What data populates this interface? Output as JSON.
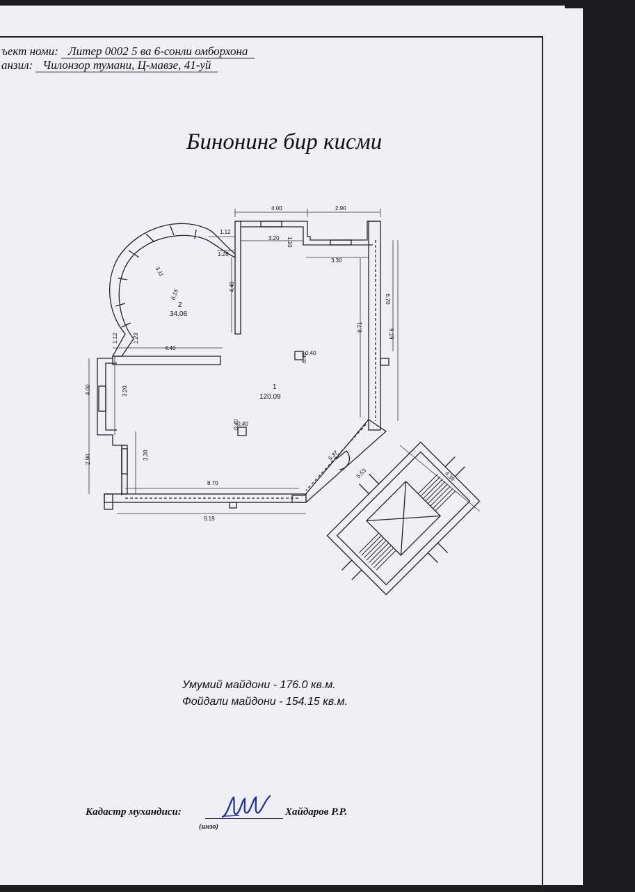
{
  "header": {
    "object_label": "ъект номи:",
    "object_value": "Литер 0002 5 ва 6-сонли омборхона",
    "address_label": "анзил:",
    "address_value": "Чилонзор тумани, Ц-мавзе, 41-уй"
  },
  "title": "Бинонинг бир кисми",
  "plan": {
    "dimensions": [
      "4.00",
      "2.90",
      "1.12",
      "3.20",
      "1.10",
      "1.25",
      "3.30",
      "3.11",
      "6.15",
      "4.40",
      "6.70",
      "8.71",
      "9.19",
      "1.12",
      "1.23",
      "4.40",
      "0.40",
      "6.40",
      "4.00",
      "3.20",
      "0.40",
      "0.40",
      "2.90",
      "3.30",
      "8.70",
      "9.19",
      "5.37",
      "5.53",
      "4.39"
    ],
    "rooms": [
      {
        "number": "2",
        "area": "34.06"
      },
      {
        "number": "1",
        "area": "120.09"
      }
    ]
  },
  "areas": {
    "total": "Умумий майдони - 176.0 кв.м.",
    "useful": "Фойдали майдони - 154.15 кв.м."
  },
  "signature": {
    "label": "Кадастр мухандиси:",
    "name": "Хайдаров Р.Р.",
    "caption": "(имзо)"
  }
}
